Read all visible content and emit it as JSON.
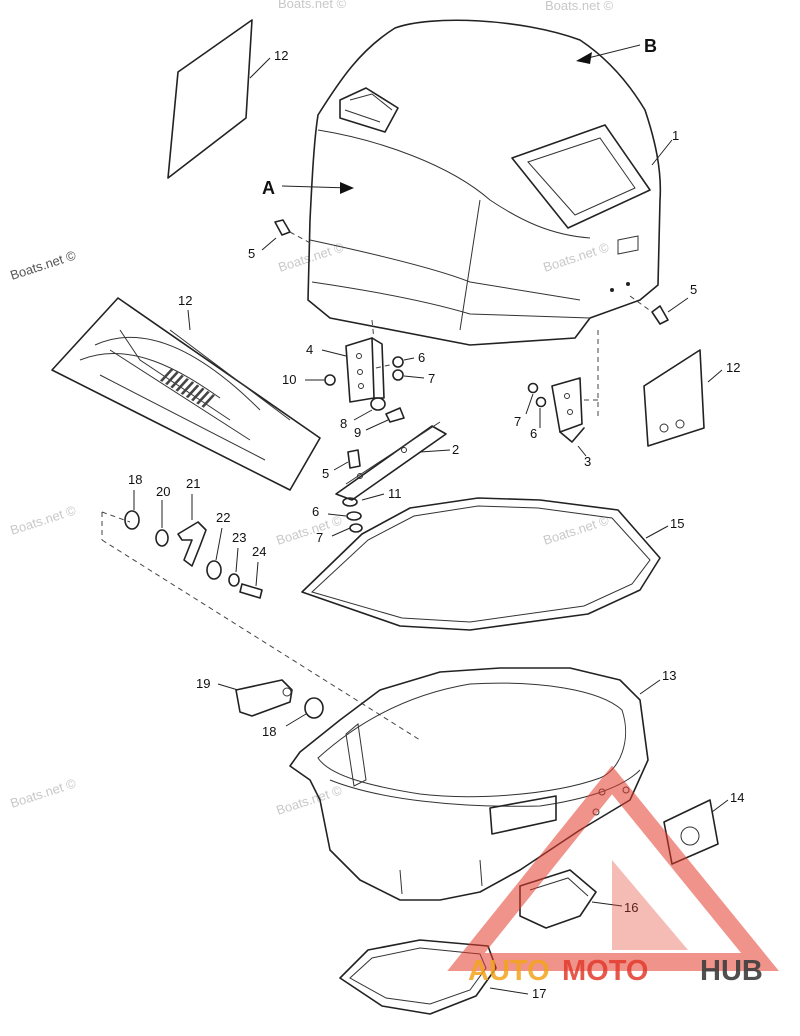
{
  "watermark": {
    "site": "Boats.net ©",
    "logo": {
      "part1": "AUTO",
      "part2": "MOTO",
      "part3": "HUB",
      "color_orange": "#f2a31c",
      "color_red": "#e23b2b",
      "color_dark": "#3d3d3d"
    }
  },
  "callouts": {
    "A": "A",
    "B": "B",
    "n1": "1",
    "n2": "2",
    "n3": "3",
    "n4": "4",
    "n5a": "5",
    "n5b": "5",
    "n5c": "5",
    "n6a": "6",
    "n6b": "6",
    "n6c": "6",
    "n7a": "7",
    "n7b": "7",
    "n7c": "7",
    "n8": "8",
    "n9": "9",
    "n10": "10",
    "n11": "11",
    "n12a": "12",
    "n12b": "12",
    "n12c": "12",
    "n13": "13",
    "n14": "14",
    "n15": "15",
    "n16": "16",
    "n17": "17",
    "n18a": "18",
    "n18b": "18",
    "n19": "19",
    "n20": "20",
    "n21": "21",
    "n22": "22",
    "n23": "23",
    "n24": "24"
  }
}
